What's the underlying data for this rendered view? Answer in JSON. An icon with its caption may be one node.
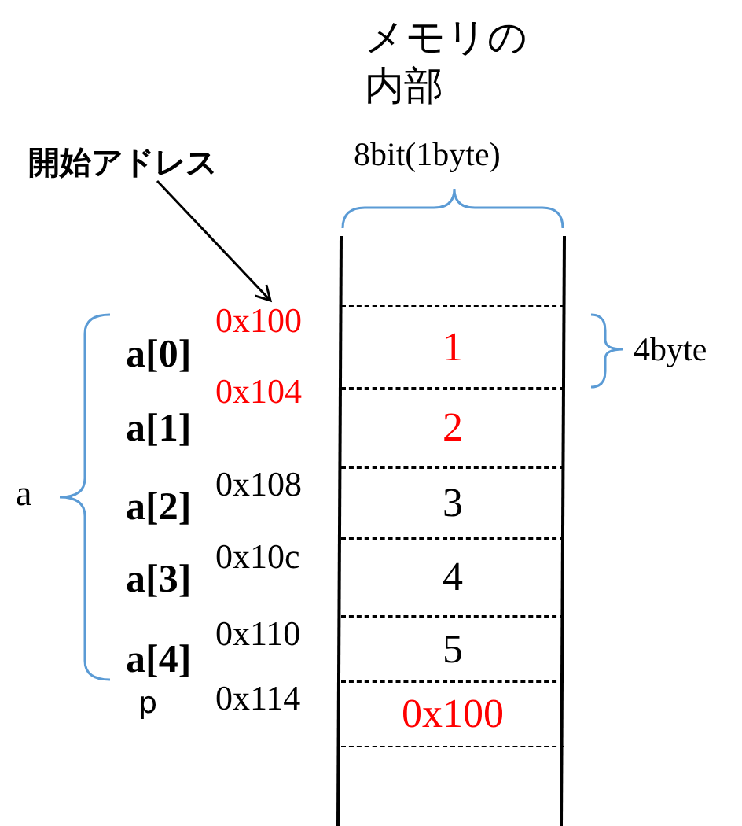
{
  "diagram": {
    "title": "メモリの内部",
    "nodes": [
      {
        "text": [
          "開始アドレス"
        ]
      },
      {
        "text": [
          "0x100"
        ]
      },
      {
        "text": [
          "1"
        ]
      },
      {
        "text": [
          "2"
        ]
      },
      {
        "text": [
          "3"
        ]
      },
      {
        "text": [
          "4"
        ]
      },
      {
        "text": [
          "5"
        ]
      },
      {
        "text": [
          "0x100"
        ]
      }
    ],
    "edges": [
      {
        "from": 0,
        "to": 1,
        "arrow": "to"
      }
    ],
    "labels": [
      "8bit(1byte)",
      "4byte",
      "a[0]",
      "0x104",
      "a[1]",
      "a",
      "a[2]",
      "0x108",
      "a[3]",
      "0x10c",
      "a[4]",
      "0x110",
      "p",
      "0x114"
    ]
  }
}
